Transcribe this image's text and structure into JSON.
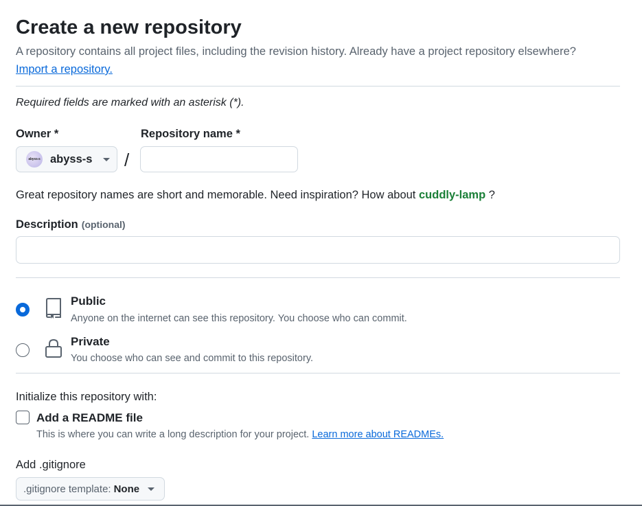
{
  "header": {
    "title": "Create a new repository",
    "subtitle": "A repository contains all project files, including the revision history. Already have a project repository elsewhere?",
    "import_link": "Import a repository."
  },
  "form": {
    "required_note": "Required fields are marked with an asterisk (*).",
    "owner": {
      "label": "Owner *",
      "value": "abyss-s",
      "avatar_text": "abyss-s"
    },
    "separator": "/",
    "repo_name": {
      "label": "Repository name *",
      "value": "",
      "placeholder": ""
    },
    "hint": {
      "prefix": "Great repository names are short and memorable. Need inspiration? How about",
      "suggestion": "cuddly-lamp",
      "suffix": "?"
    },
    "description": {
      "label": "Description",
      "optional": "(optional)",
      "value": ""
    },
    "visibility": [
      {
        "title": "Public",
        "desc": "Anyone on the internet can see this repository. You choose who can commit.",
        "selected": true,
        "icon": "repo-icon"
      },
      {
        "title": "Private",
        "desc": "You choose who can see and commit to this repository.",
        "selected": false,
        "icon": "lock-icon"
      }
    ],
    "initialize": {
      "heading": "Initialize this repository with:",
      "readme_label": "Add a README file",
      "readme_desc": "This is where you can write a long description for your project.",
      "readme_link": "Learn more about READMEs.",
      "readme_checked": false
    },
    "gitignore": {
      "label": "Add .gitignore",
      "prefix": ".gitignore template:",
      "value": "None"
    }
  },
  "colors": {
    "accent": "#0969da",
    "suggestion": "#1a7f37",
    "muted": "#59636e",
    "border": "#d1d9e0"
  }
}
